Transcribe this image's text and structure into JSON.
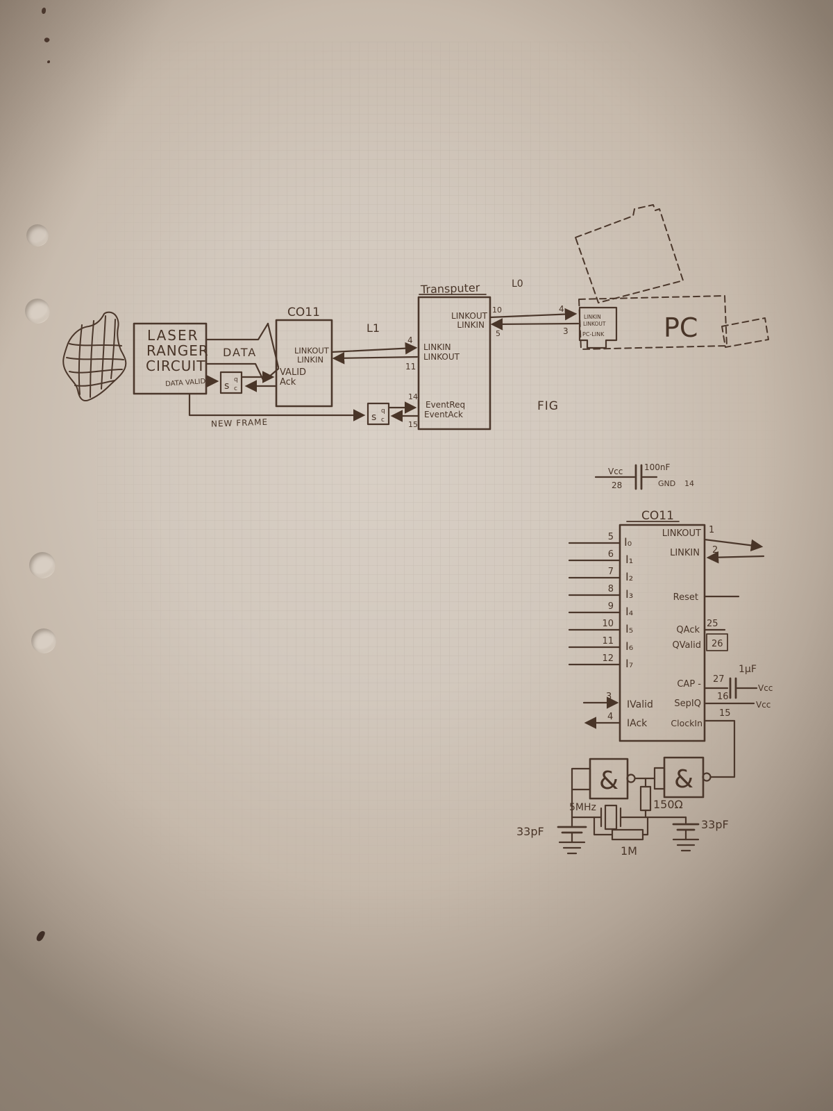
{
  "fig_label": "FIG",
  "top": {
    "laser": {
      "l1": "LASER",
      "l2": "RANGER",
      "l3": "CIRCUIT",
      "data_valid": "DATA VALID"
    },
    "data": "DATA",
    "new_frame": "NEW FRAME",
    "l1": "L1",
    "l0": "L0",
    "sync": {
      "s": "s",
      "q": "q",
      "c": "c"
    },
    "co11": {
      "title": "CO11",
      "linkout": "LINKOUT",
      "linkin": "LINKIN",
      "valid": "VALID",
      "ack": "Ack"
    },
    "tp": {
      "title": "Transputer",
      "linkout": "LINKOUT",
      "linkin": "LINKIN",
      "p10": "10",
      "p5": "5",
      "l_linkin": "LINKIN",
      "l_linkout": "LINKOUT",
      "p4": "4",
      "p11": "11",
      "event_req": "EventReq",
      "event_ack": "EventAck",
      "p14": "14",
      "p15": "15"
    },
    "pc": {
      "label": "PC",
      "p4": "4",
      "p3": "3",
      "lb1": "LINKIN",
      "lb2": "LINKOUT",
      "lb3": "PC-LINK"
    }
  },
  "decoupling": {
    "vcc": "Vcc",
    "p28": "28",
    "value": "100nF",
    "gnd": "GND",
    "p14": "14"
  },
  "pinout": {
    "title": "CO11",
    "left": [
      {
        "n": "5",
        "l": "I₀"
      },
      {
        "n": "6",
        "l": "I₁"
      },
      {
        "n": "7",
        "l": "I₂"
      },
      {
        "n": "8",
        "l": "I₃"
      },
      {
        "n": "9",
        "l": "I₄"
      },
      {
        "n": "10",
        "l": "I₅"
      },
      {
        "n": "11",
        "l": "I₆"
      },
      {
        "n": "12",
        "l": "I₇"
      }
    ],
    "linkout": {
      "l": "LINKOUT",
      "n": "1"
    },
    "linkin": {
      "l": "LINKIN",
      "n": "2"
    },
    "reset": "Reset",
    "qack": {
      "l": "QAck",
      "n": "25"
    },
    "qvalid": {
      "l": "QValid",
      "n": "26"
    },
    "cap": {
      "l": "CAP -",
      "n": "27",
      "value": "1μF",
      "rail": "Vcc"
    },
    "sepiq": {
      "l": "SepIQ",
      "n": "16",
      "rail": "Vcc"
    },
    "clockin": {
      "l": "ClockIn",
      "n": "15"
    },
    "ivalid": {
      "l": "IValid",
      "n": "3"
    },
    "iack": {
      "l": "IAck",
      "n": "4"
    }
  },
  "osc": {
    "gate": "&",
    "xtal": "5MHz",
    "r_series": "150Ω",
    "c_left": "33pF",
    "c_right": "33pF",
    "r_parallel": "1M"
  }
}
